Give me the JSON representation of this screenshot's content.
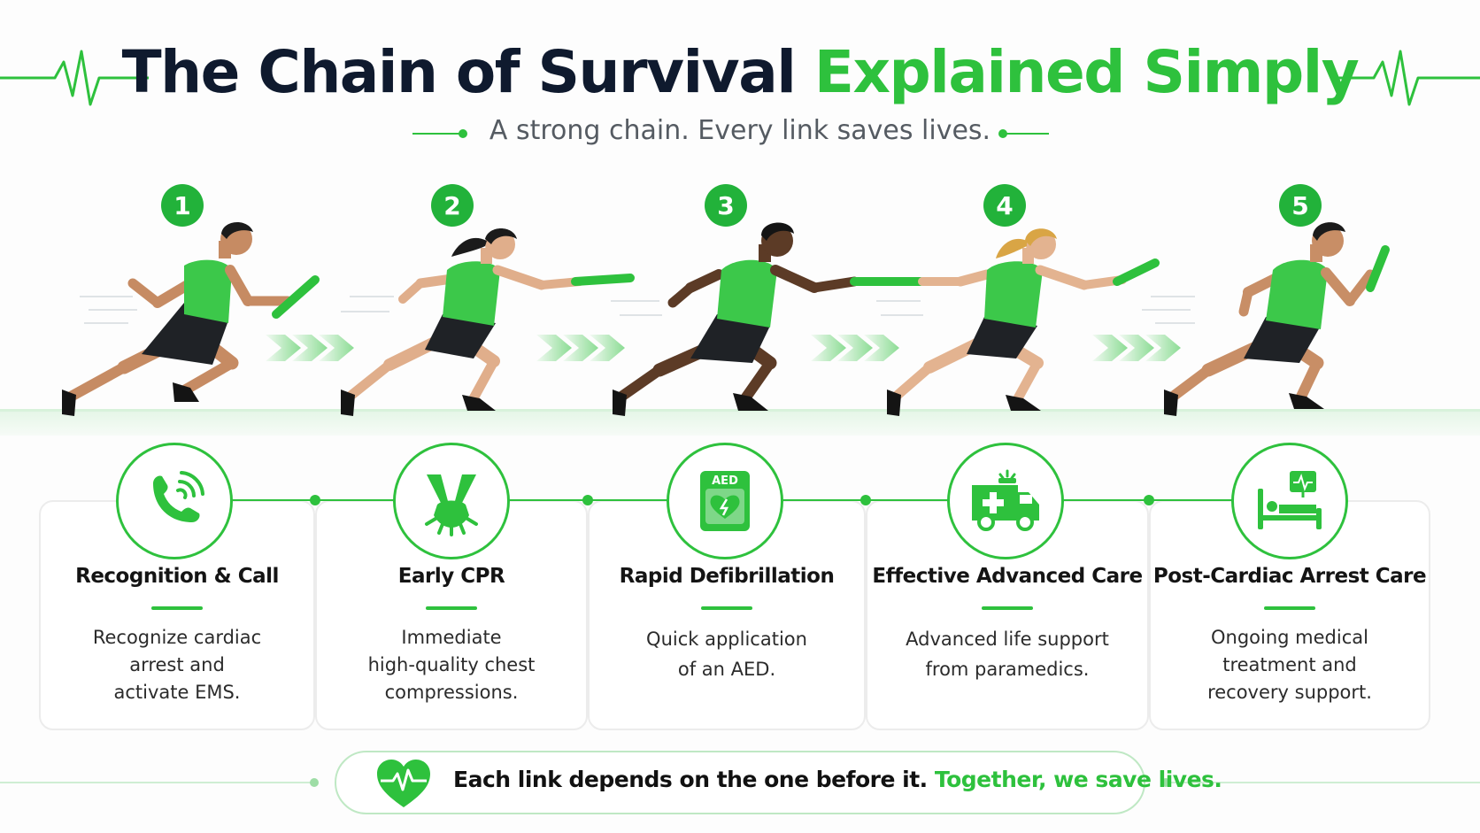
{
  "header": {
    "title_main": "The Chain of Survival",
    "title_accent": "Explained Simply",
    "subtitle": "A strong chain. Every link saves lives."
  },
  "colors": {
    "accent": "#2ec13d",
    "dark_text": "#0f1a2e",
    "shorts": "#1f2226",
    "shirt": "#3cc84a"
  },
  "steps": [
    {
      "number": "1",
      "title": "Recognition & Call",
      "description_lines": [
        "Recognize cardiac",
        "arrest and",
        "activate EMS."
      ],
      "icon": "phone-call-icon",
      "runner": "runner-man-baton"
    },
    {
      "number": "2",
      "title": "Early CPR",
      "description_lines": [
        "Immediate",
        "high-quality chest",
        "compressions."
      ],
      "icon": "cpr-hands-icon",
      "runner": "runner-woman-ponytail"
    },
    {
      "number": "3",
      "title": "Rapid Defibrillation",
      "description_lines": [
        "Quick application",
        "of an AED."
      ],
      "icon": "aed-icon",
      "icon_label": "AED",
      "runner": "runner-man-dark"
    },
    {
      "number": "4",
      "title": "Effective Advanced Care",
      "description_lines": [
        "Advanced life support",
        "from paramedics."
      ],
      "icon": "ambulance-icon",
      "runner": "runner-woman-blonde"
    },
    {
      "number": "5",
      "title": "Post-Cardiac Arrest Care",
      "description_lines": [
        "Ongoing medical",
        "treatment and",
        "recovery support."
      ],
      "icon": "hospital-bed-monitor-icon",
      "runner": "runner-man-finish"
    }
  ],
  "footer": {
    "text_main": "Each link depends on the one before it.",
    "text_accent": "Together, we save lives.",
    "icon": "heart-pulse-icon"
  }
}
